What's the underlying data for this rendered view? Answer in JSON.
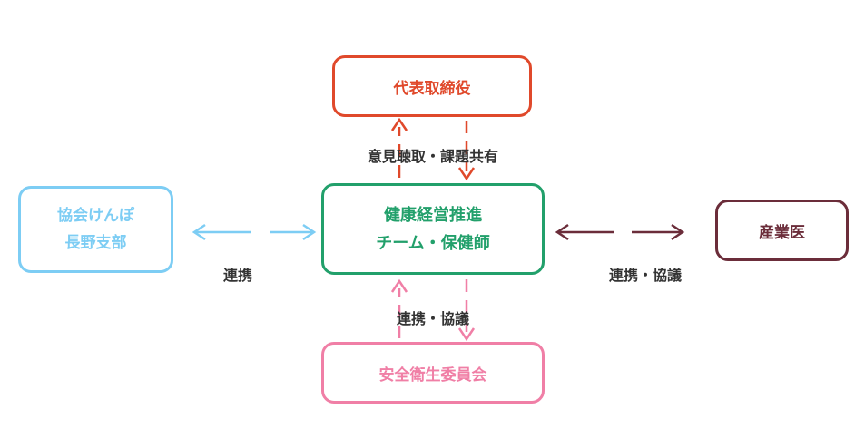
{
  "nodes": {
    "top": {
      "label": "代表取締役",
      "color": "#e0492b"
    },
    "center": {
      "line1": "健康経営推進",
      "line2": "チーム・保健師",
      "color": "#22a06b"
    },
    "left": {
      "line1": "協会けんぽ",
      "line2": "長野支部",
      "color": "#7dcdf4"
    },
    "right": {
      "label": "産業医",
      "color": "#6b2d3a"
    },
    "bottom": {
      "label": "安全衛生委員会",
      "color": "#f07fa6"
    }
  },
  "edges": {
    "top": {
      "label": "意見聴取・課題共有"
    },
    "left": {
      "label": "連携"
    },
    "right": {
      "label": "連携・協議"
    },
    "bottom": {
      "label": "連携・協議"
    }
  },
  "text_color": "#333333"
}
